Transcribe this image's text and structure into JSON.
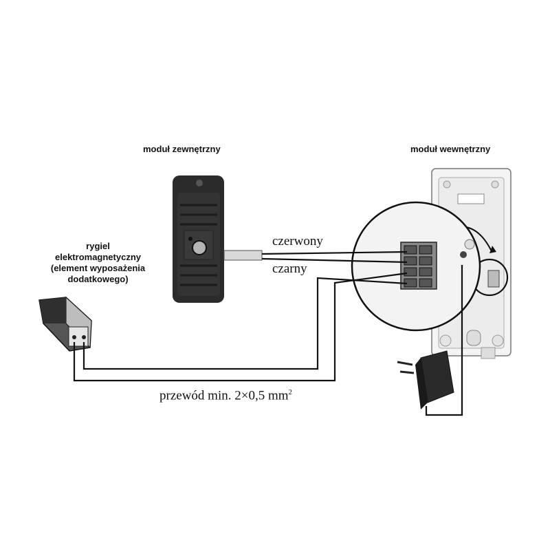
{
  "labels": {
    "outdoor_module": "moduł zewnętrzny",
    "indoor_module": "moduł wewnętrzny",
    "lock_line1": "rygiel",
    "lock_line2": "elektromagnetyczny",
    "lock_line3": "(element wyposażenia",
    "lock_line4": "dodatkowego)",
    "wire_red": "czerwony",
    "wire_black": "czarny",
    "cable_spec": "przewód min. 2×0,5 mm",
    "cable_spec_sup": "2"
  },
  "colors": {
    "background": "#ffffff",
    "line": "#111111",
    "outdoor_body": "#2b2b2b",
    "indoor_body": "#f2f2f2"
  },
  "icons": [
    "door-lock-icon",
    "outdoor-panel-icon",
    "indoor-unit-icon",
    "power-adapter-icon",
    "terminal-block-icon"
  ]
}
